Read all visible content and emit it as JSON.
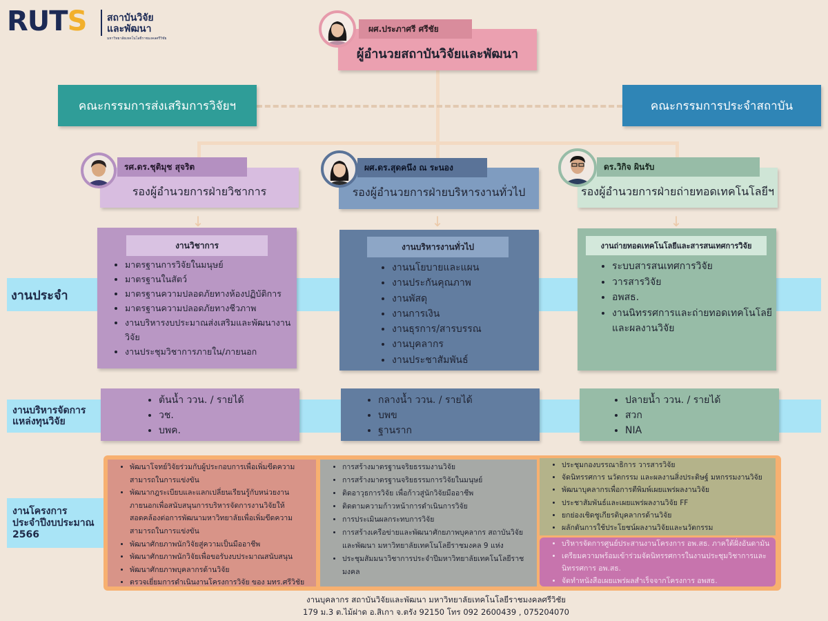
{
  "logo": {
    "mark": "RUTS",
    "mark_main": "RUT",
    "mark_accent": "S",
    "line1": "สถาบันวิจัย",
    "line2": "และพัฒนา",
    "small": "มหาวิทยาลัยเทคโนโลยีราชมงคลศรีวิชัย"
  },
  "director": {
    "name": "ผศ.ประภาศรี ศรีชัย",
    "title": "ผู้อำนวยสถาบันวิจัยและพัฒนา"
  },
  "committees": {
    "left": "คณะกรรมการส่งเสริมการวิจัยฯ",
    "right": "คณะกรรมการประจำสถาบัน"
  },
  "deputies": [
    {
      "name": "รศ.ดร.ชุติมุช สุจริต",
      "title": "รองผู้อำนวยการฝ่ายวิชาการ"
    },
    {
      "name": "ผศ.ดร.สุดคนึง ณ ระนอง",
      "title": "รองผู้อำนวยการฝ่ายบริหารงานทั่วไป"
    },
    {
      "name": "ดร.วิกิจ ผินรับ",
      "title": "รองผู้อำนวยการฝ่ายถ่ายทอดเทคโนโลยีฯ"
    }
  ],
  "rows": {
    "routine": "งานประจำ",
    "funding": "งานบริหารจัดการแหล่งทุนวิจัย",
    "funding_line1": "งานบริหารจัดการ",
    "funding_line2": "แหล่งทุนวิจัย",
    "projects": "งานโครงการประจำปีงบประมาณ 2566",
    "projects_line1": "งานโครงการ",
    "projects_line2": "ประจำปีงบประมาณ",
    "projects_line3": "2566"
  },
  "routine_units": [
    {
      "heading": "งานวิชาการ",
      "items": [
        "มาตรฐานการวิจัยในมนุษย์",
        "มาตรฐานในสัตว์",
        "มาตรฐานความปลอดภัยทางห้องปฏิบัติการ",
        "มาตรฐานความปลอดภัยทางชีวภาพ",
        "งานบริหารงบประมาณส่งเสริมและพัฒนางานวิจัย",
        "งานประชุมวิชาการภายใน/ภายนอก"
      ]
    },
    {
      "heading": "งานบริหารงานทั่วไป",
      "items": [
        "งานนโยบายและแผน",
        "งานประกันคุณภาพ",
        "งานพัสดุ",
        "งานการเงิน",
        "งานธุรการ/สารบรรณ",
        "งานบุคลากร",
        "งานประชาสัมพันธ์"
      ]
    },
    {
      "heading": "งานถ่ายทอดเทคโนโลยีและสารสนเทศการวิจัย",
      "items": [
        "ระบบสารสนเทศการวิจัย",
        "วารสารวิจัย",
        "อพสธ.",
        "งานนิทรรศการและถ่ายทอดเทคโนโลยีและผลงานวิจัย"
      ]
    }
  ],
  "funding_units": [
    {
      "items": [
        "ต้นน้ำ ววน. / รายได้",
        "วช.",
        "บพค."
      ]
    },
    {
      "items": [
        "กลางน้ำ ววน. / รายได้",
        "บพข",
        "ฐานราก"
      ]
    },
    {
      "items": [
        "ปลายน้ำ ววน. / รายได้",
        "สวก",
        "NIA"
      ]
    }
  ],
  "project_units": [
    {
      "items": [
        "พัฒนาโจทย์วิจัยร่วมกับผู้ประกอบการเพื่อเพิ่มขีดความสามารถในการแข่งขัน",
        "พัฒนากฎระเบียบและแลกเปลี่ยนเรียนรู้กับหน่วยงานภายนอกเพื่อสนับสนุนการบริหารจัดการงานวิจัยให้สอดคล้องต่อการพัฒนามหาวิทยาลัยเพื่อเพิ่มขีดความสามารถในการแข่งขัน",
        "พัฒนาศักยภาพนักวิจัยสู่ความเป็นมืออาชีพ",
        "พัฒนาศักยภาพนักวิจัยเพื่อขอรับงบประมาณสนับสนุน",
        "พัฒนาศักยภาพบุคลากรด้านวิจัย",
        "ตรวจเยี่ยมการดำเนินงานโครงการวิจัย ของ มทร.ศรีวิชัย"
      ]
    },
    {
      "items": [
        "การสร้างมาตรฐานจริยธรรมงานวิจัย",
        "การสร้างมาตรฐานจริยธรรมการวิจัยในมนุษย์",
        "ติดอาวุธการวิจัย เพื่อก้าวสู่นักวิจัยมืออาชีพ",
        "ติดตามความก้าวหน้าการดำเนินการวิจัย",
        "การประเมินผลกระทบการวิจัย",
        "การสร้างเครือข่ายและพัฒนาศักยภาพบุคลากร สถาบันวิจัยและพัฒนา มหาวิทยาลัยเทคโนโลยีราชมงคล 9 แห่ง",
        "ประชุมสัมมนาวิชาการประจำปีมหาวิทยาลัยเทคโนโลยีราชมงคล"
      ]
    },
    {
      "items": [
        "ประชุมกองบรรณาธิการ วารสารวิจัย",
        "จัดนิทรรศการ นวัตกรรม และผลงานสิ่งประดิษฐ์ มหกรรมงานวิจัย",
        "พัฒนาบุคลากรเพื่อการตีพิมพ์เผยแพร่ผลงานวิจัย",
        "ประชาสัมพันธ์และเผยแพร่ผลงานวิจัย FF",
        "ยกย่องเชิดชูเกียรติบุคลากรด้านวิจัย",
        "ผลักดันการใช้ประโยชน์ผลงานวิจัยและนวัตกรรม"
      ]
    },
    {
      "items": [
        "บริหารจัดการศูนย์ประสานงานโครงการ อพ.สธ. ภาคใต้ฝั่งอันดามัน",
        "เตรียมความพร้อมเข้าร่วมจัดนิทรรศการในงานประชุมวิชาการและนิทรรศการ อพ.สธ.",
        "จัดทำหนังสือเผยแพร่ผลสำเร็จจากโครงการ อพสธ."
      ]
    }
  ],
  "footer": {
    "line1": "งานบุคลากร สถาบันวิจัยและพัฒนา มหาวิทยาลัยเทคโนโลยีราชมงคลศรีวิชัย",
    "line2": "179 ม.3 ต.ไม้ฝาด อ.สิเกา จ.ตรัง 92150 โทร 092 2600439 , 075204070"
  },
  "colors": {
    "background": "#f1e6da",
    "director": "#eba0b0",
    "teal": "#2f9d98",
    "blue": "#2f85b6",
    "academic": "#b997c4",
    "admin": "#627da0",
    "tech": "#97bca7",
    "band": "#a9e4f6",
    "project_frame": "#f7b070"
  }
}
